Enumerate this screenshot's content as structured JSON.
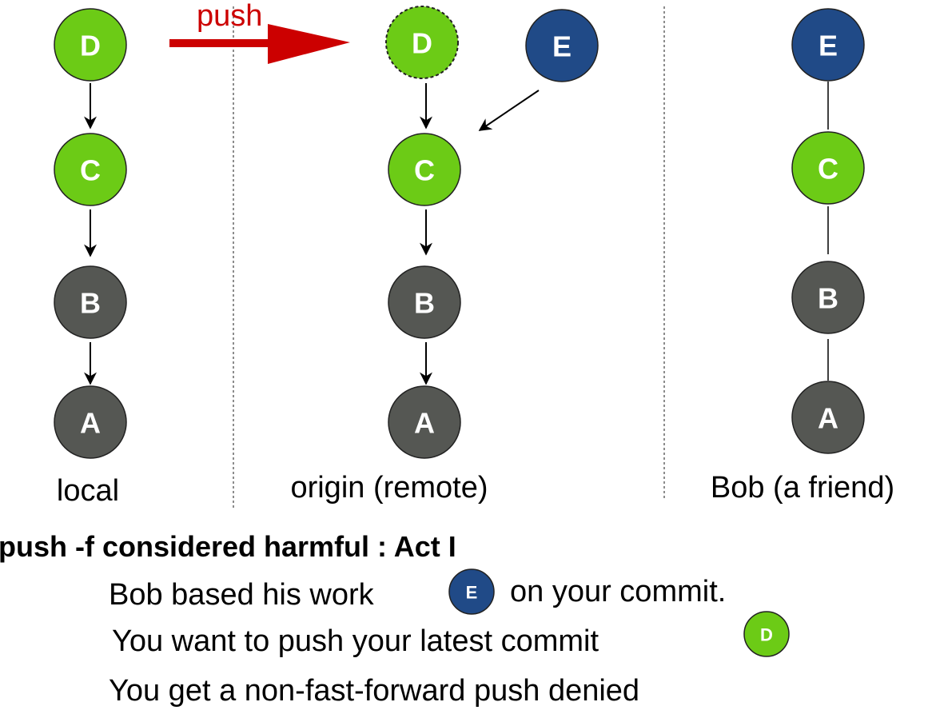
{
  "colors": {
    "green": "#6ccb16",
    "dark": "#555753",
    "blue": "#204a87",
    "red_arrow": "#cc0000",
    "stroke": "#222222"
  },
  "columns": {
    "local": {
      "caption": "local",
      "commits": [
        "D",
        "C",
        "B",
        "A"
      ]
    },
    "origin": {
      "caption": "origin (remote)",
      "commits": [
        "D",
        "C",
        "B",
        "A"
      ],
      "extra_commit": "E"
    },
    "bob": {
      "caption": "Bob (a friend)",
      "commits": [
        "E",
        "C",
        "B",
        "A"
      ]
    }
  },
  "push_arrow": {
    "label": "push"
  },
  "story": {
    "title": "push -f considered harmful : Act I",
    "line1_before": "Bob based his work",
    "line1_icon": "E",
    "line1_after": "on your commit.",
    "line2": "You want to push your latest commit",
    "line2_icon": "D",
    "line3": "You get a non-fast-forward push denied"
  }
}
